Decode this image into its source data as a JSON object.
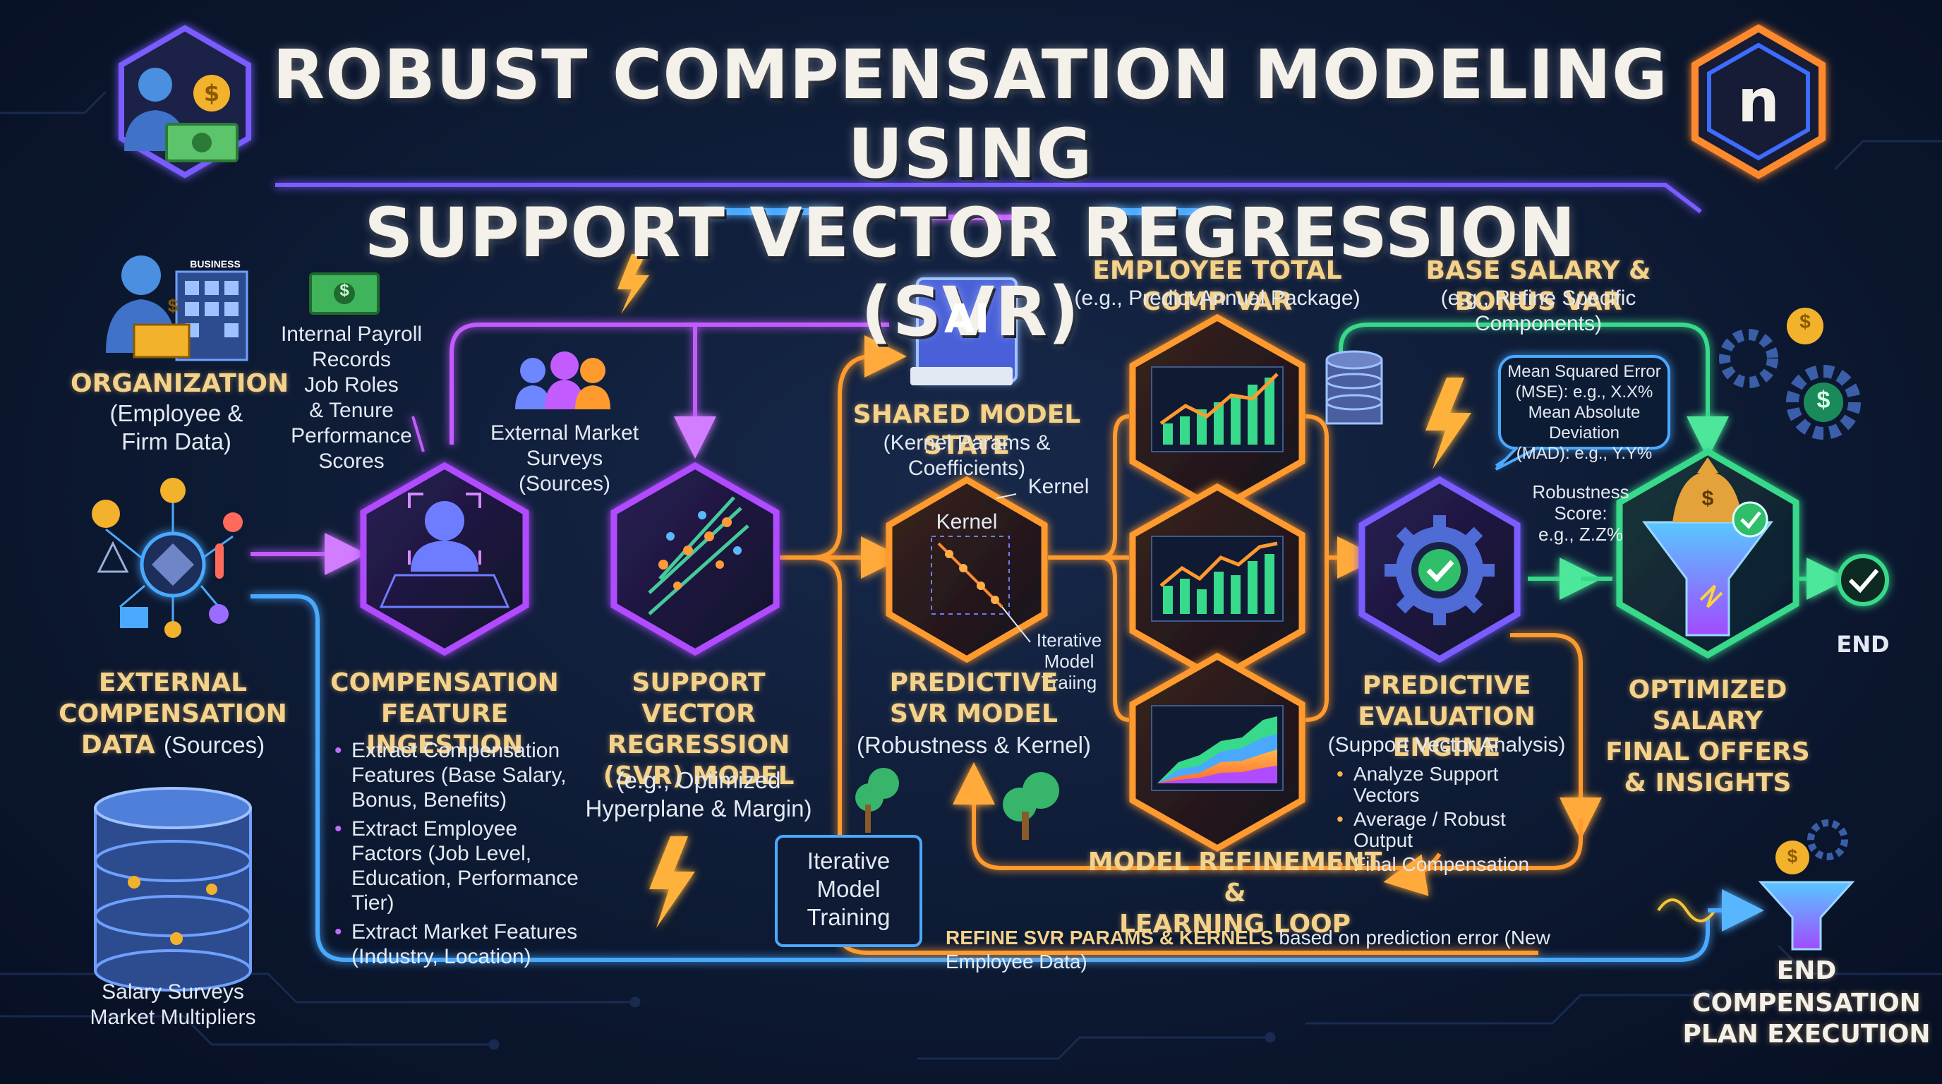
{
  "title": {
    "line1": "ROBUST COMPENSATION MODELING USING",
    "line2": "SUPPORT VECTOR REGRESSION (SVR)"
  },
  "logo": {
    "letter": "n"
  },
  "organization": {
    "badge": "BUSINESS",
    "title": "ORGANIZATION",
    "subtitle_line1": "(Employee &",
    "subtitle_line2": "Firm Data)"
  },
  "internal_sources": {
    "lines": [
      "Internal Payroll",
      "Records",
      "Job Roles",
      "& Tenure",
      "Performance",
      "Scores"
    ]
  },
  "external_market": {
    "lines": [
      "External Market",
      "Surveys",
      "(Sources)"
    ]
  },
  "external_data": {
    "title_line1": "EXTERNAL",
    "title_line2": "COMPENSATION",
    "title_line3_bold": "DATA",
    "title_line3_rest": "(Sources)",
    "db_caption_line1": "Salary Surveys",
    "db_caption_line2": "Market Multipliers"
  },
  "ingestion": {
    "title_line1": "COMPENSATION",
    "title_line2": "FEATURE INGESTION",
    "bullets": [
      "Extract Compensation Features (Base Salary, Bonus, Benefits)",
      "Extract Employee Factors (Job Level, Education, Performance Tier)",
      "Extract Market Features (Industry, Location)"
    ]
  },
  "svr_model": {
    "title_line1": "SUPPORT VECTOR",
    "title_line2": "REGRESSION",
    "title_line3": "(SVR) MODEL",
    "sub_line1": "(e.g., Optimized",
    "sub_line2": "Hyperplane & Margin)"
  },
  "iterative_box": {
    "lines": [
      "Iterative",
      "Model",
      "Training"
    ]
  },
  "shared_state": {
    "icon_text": "AI",
    "title": "SHARED MODEL STATE",
    "subtitle": "(Kernel Params & Coefficients)"
  },
  "predictive_svr": {
    "kernel_inside": "Kernel",
    "kernel_callout": "Kernel",
    "training_callout": [
      "Iterative",
      "Model",
      "Traiing"
    ],
    "title_line1": "PREDICTIVE",
    "title_line2": "SVR MODEL",
    "subtitle": "(Robustness & Kernel)"
  },
  "variables": {
    "total_comp": {
      "title": "EMPLOYEE TOTAL COMP VAR",
      "subtitle": "(e.g., Predict Annual Package)"
    },
    "base_bonus": {
      "title": "BASE SALARY & BONUS VAR",
      "subtitle": "(e.g., Refine Specific Components)"
    }
  },
  "metrics": {
    "lines": [
      "Mean Squared Error",
      "(MSE): e.g., X.X%",
      "Mean Absolute Deviation",
      "(MAD): e.g., Y.Y%"
    ],
    "robustness": [
      "Robustness",
      "Score:",
      "e.g., Z.Z%"
    ]
  },
  "evaluation": {
    "title_line1": "PREDICTIVE",
    "title_line2": "EVALUATION ENGINE",
    "subtitle": "(Support Vector Analysis)",
    "bullets": [
      "Analyze Support Vectors",
      "Average / Robust Output",
      "Final Compensation"
    ]
  },
  "refinement": {
    "title_line1": "MODEL REFINEMENT &",
    "title_line2": "LEARNING LOOP",
    "note_bold": "REFINE SVR PARAMS & KERNELS",
    "note_rest": "based on prediction error (New Employee Data)"
  },
  "optimized": {
    "title_line1": "OPTIMIZED SALARY",
    "title_line2": "FINAL OFFERS",
    "title_line3": "& INSIGHTS",
    "end_label": "END"
  },
  "execution": {
    "end_label": "END",
    "title_line1": "COMPENSATION",
    "title_line2": "PLAN EXECUTION"
  },
  "symbols": {
    "currency": "$",
    "check": "✓"
  },
  "colors": {
    "purple": "#c35cff",
    "blue": "#4aa9ff",
    "orange": "#ff9a2e",
    "green": "#37d98a",
    "gold": "#ffd27a",
    "teal": "#3fe0c8"
  }
}
